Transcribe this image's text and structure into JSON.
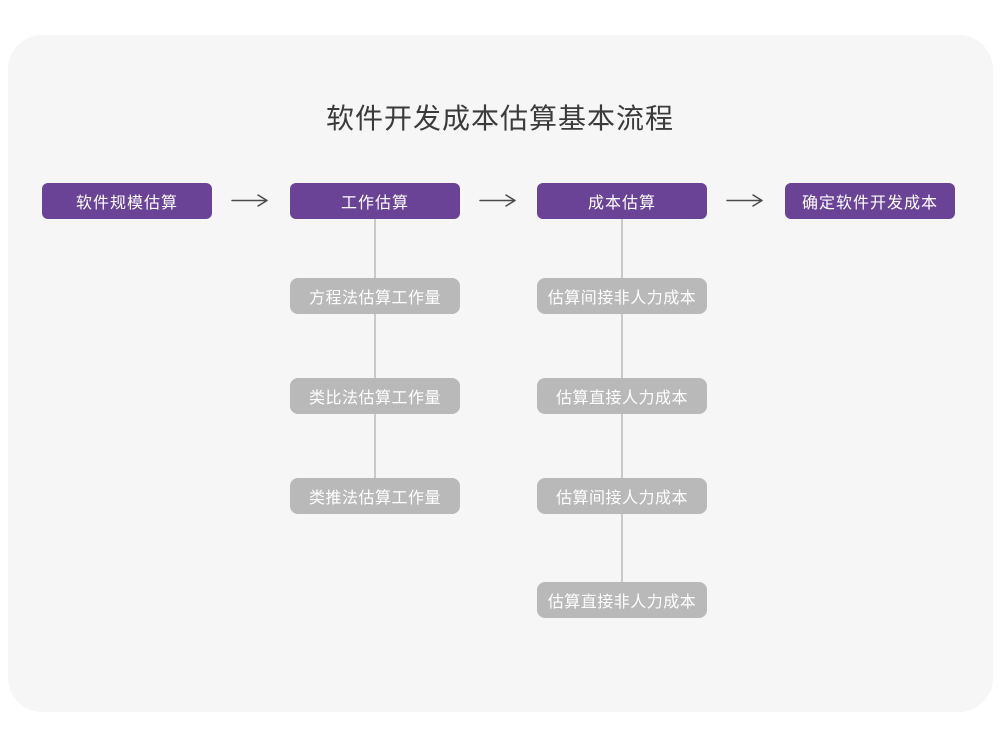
{
  "page": {
    "title": "软件开发成本估算基本流程"
  },
  "colors": {
    "card_background": "#f6f6f6",
    "main_step_fill": "#6a4397",
    "sub_step_fill": "#b9b9b9",
    "connector_line": "#c9c9c9",
    "arrow_stroke": "#4a4a4a",
    "title_text": "#3b3b3b",
    "box_text": "#ffffff"
  },
  "flow": {
    "main_steps": [
      {
        "label": "软件规模估算"
      },
      {
        "label": "工作估算"
      },
      {
        "label": "成本估算"
      },
      {
        "label": "确定软件开发成本"
      }
    ],
    "work_sub_steps": [
      "方程法估算工作量",
      "类比法估算工作量",
      "类推法估算工作量"
    ],
    "cost_sub_steps": [
      "估算间接非人力成本",
      "估算直接人力成本",
      "估算间接人力成本",
      "估算直接非人力成本"
    ]
  }
}
